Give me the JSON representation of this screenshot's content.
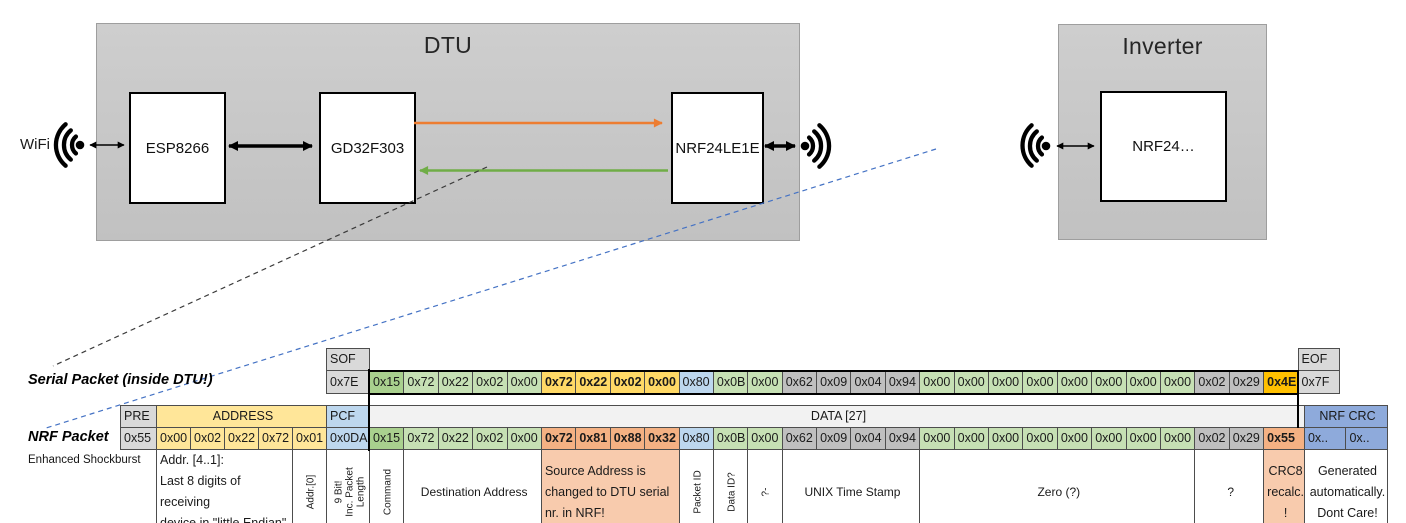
{
  "diagram": {
    "wifi_label": "WiFi",
    "dtu": {
      "title": "DTU",
      "components": {
        "esp": "ESP8266",
        "mcu": "GD32F303",
        "nrf": "NRF24LE1E"
      }
    },
    "inverter": {
      "title": "Inverter",
      "component": "NRF24…"
    }
  },
  "labels": {
    "serial_packet": "Serial Packet (inside DTU!)",
    "nrf_packet": "NRF Packet",
    "enhanced_shockburst": "Enhanced Shockburst"
  },
  "serial_packet": {
    "sof": {
      "header": "SOF",
      "value": "0x7E"
    },
    "eof": {
      "header": "EOF",
      "value": "0x7F"
    },
    "bytes": [
      {
        "v": "0x15",
        "c": "gd"
      },
      {
        "v": "0x72",
        "c": "g"
      },
      {
        "v": "0x22",
        "c": "g"
      },
      {
        "v": "0x02",
        "c": "g"
      },
      {
        "v": "0x00",
        "c": "g"
      },
      {
        "v": "0x72",
        "c": "gold",
        "b": true
      },
      {
        "v": "0x22",
        "c": "gold",
        "b": true
      },
      {
        "v": "0x02",
        "c": "gold",
        "b": true
      },
      {
        "v": "0x00",
        "c": "gold",
        "b": true
      },
      {
        "v": "0x80",
        "c": "bl"
      },
      {
        "v": "0x0B",
        "c": "g"
      },
      {
        "v": "0x00",
        "c": "g"
      },
      {
        "v": "0x62",
        "c": "gy"
      },
      {
        "v": "0x09",
        "c": "gy"
      },
      {
        "v": "0x04",
        "c": "gy"
      },
      {
        "v": "0x94",
        "c": "gy"
      },
      {
        "v": "0x00",
        "c": "g"
      },
      {
        "v": "0x00",
        "c": "g"
      },
      {
        "v": "0x00",
        "c": "g"
      },
      {
        "v": "0x00",
        "c": "g"
      },
      {
        "v": "0x00",
        "c": "g"
      },
      {
        "v": "0x00",
        "c": "g"
      },
      {
        "v": "0x00",
        "c": "g"
      },
      {
        "v": "0x00",
        "c": "g"
      },
      {
        "v": "0x02",
        "c": "gy"
      },
      {
        "v": "0x29",
        "c": "gy"
      },
      {
        "v": "0x4E",
        "c": "or",
        "b": true
      }
    ]
  },
  "nrf_packet": {
    "pre": {
      "header": "PRE",
      "value": "0x55"
    },
    "address": {
      "header": "ADDRESS",
      "values": [
        "0x00",
        "0x02",
        "0x22",
        "0x72",
        "0x01"
      ]
    },
    "pcf": {
      "header": "PCF",
      "value": "0x0DA"
    },
    "data_header": "DATA [27]",
    "crc": {
      "header": "NRF CRC",
      "values": [
        "0x..",
        "0x.."
      ]
    },
    "bytes": [
      {
        "v": "0x15",
        "c": "gd"
      },
      {
        "v": "0x72",
        "c": "g"
      },
      {
        "v": "0x22",
        "c": "g"
      },
      {
        "v": "0x02",
        "c": "g"
      },
      {
        "v": "0x00",
        "c": "g"
      },
      {
        "v": "0x72",
        "c": "sal",
        "b": true
      },
      {
        "v": "0x81",
        "c": "sal",
        "b": true
      },
      {
        "v": "0x88",
        "c": "sal",
        "b": true
      },
      {
        "v": "0x32",
        "c": "sal",
        "b": true
      },
      {
        "v": "0x80",
        "c": "bl"
      },
      {
        "v": "0x0B",
        "c": "g"
      },
      {
        "v": "0x00",
        "c": "g"
      },
      {
        "v": "0x62",
        "c": "gy"
      },
      {
        "v": "0x09",
        "c": "gy"
      },
      {
        "v": "0x04",
        "c": "gy"
      },
      {
        "v": "0x94",
        "c": "gy"
      },
      {
        "v": "0x00",
        "c": "g"
      },
      {
        "v": "0x00",
        "c": "g"
      },
      {
        "v": "0x00",
        "c": "g"
      },
      {
        "v": "0x00",
        "c": "g"
      },
      {
        "v": "0x00",
        "c": "g"
      },
      {
        "v": "0x00",
        "c": "g"
      },
      {
        "v": "0x00",
        "c": "g"
      },
      {
        "v": "0x00",
        "c": "g"
      },
      {
        "v": "0x02",
        "c": "gy"
      },
      {
        "v": "0x29",
        "c": "gy"
      },
      {
        "v": "0x55",
        "c": "sal",
        "b": true
      }
    ]
  },
  "annotations": [
    {
      "name": "addr-4-1-note",
      "text": "Addr. [4..1]:\nLast 8 digits of receiving\ndevice in \"little Endian\"",
      "span": 4,
      "orient": "h",
      "align": "left"
    },
    {
      "name": "addr-0-note",
      "text": "Addr.[0]",
      "span": 1,
      "orient": "v"
    },
    {
      "name": "pcf-note",
      "text": "9 Bit!\nInc. Packet\nLength",
      "span": 1,
      "orient": "v"
    },
    {
      "name": "command-note",
      "text": "Command",
      "span": 1,
      "orient": "v"
    },
    {
      "name": "destination-address-note",
      "text": "Destination Address",
      "span": 4,
      "orient": "h",
      "align": "center",
      "big": true
    },
    {
      "name": "source-address-note",
      "text": "Source Address is\nchanged to DTU serial\nnr. in NRF!",
      "span": 4,
      "orient": "h",
      "align": "left",
      "bg": "salmon"
    },
    {
      "name": "packet-id-note",
      "text": "Packet ID",
      "span": 1,
      "orient": "v"
    },
    {
      "name": "data-id-note",
      "text": "Data ID?",
      "span": 1,
      "orient": "v"
    },
    {
      "name": "unknown-byte-note",
      "text": "?-",
      "span": 1,
      "orient": "v"
    },
    {
      "name": "unix-time-stamp-note",
      "text": "UNIX Time Stamp",
      "span": 4,
      "orient": "h",
      "align": "center",
      "big": true
    },
    {
      "name": "zero-note",
      "text": "Zero (?)",
      "span": 8,
      "orient": "h",
      "align": "center",
      "big": true
    },
    {
      "name": "question-note",
      "text": "?",
      "span": 2,
      "orient": "h",
      "align": "center",
      "big": true
    },
    {
      "name": "crc8-note",
      "text": "CRC8\nrecalc.\n!",
      "span": 1,
      "orient": "h",
      "align": "center",
      "bg": "salmon"
    },
    {
      "name": "nrf-crc-note",
      "text": "Generated\nautomatically.\nDont Care!",
      "span": 2,
      "orient": "h",
      "align": "center"
    }
  ],
  "colors": {
    "arrow_orange": "#ED7D31",
    "arrow_green": "#70AD47",
    "dashed_blue": "#4472C4",
    "dashed_black": "#3a3a3a",
    "cell_green_dark": "#A9D08E",
    "cell_green": "#C6E0B4",
    "cell_gold": "#FFD966",
    "cell_orange": "#FFC000",
    "cell_blue": "#BDD7EE",
    "cell_crc_blue": "#8EAADB",
    "cell_gray": "#BFBFBF",
    "cell_header_gray": "#D9D9D9",
    "cell_yellow": "#FFE699",
    "cell_salmon": "#F4B183",
    "note_salmon": "#F8CBAD",
    "block_gray": "#C9C9C9"
  }
}
